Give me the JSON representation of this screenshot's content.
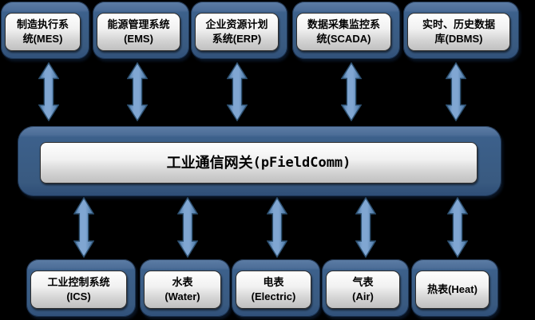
{
  "diagram": {
    "type": "architecture-diagram",
    "background": "#000000",
    "colors": {
      "node_fill": "#3c608b",
      "node_bevel": "#5d7da5",
      "node_shadow": "#0e1e36",
      "panel_top": "#fefefe",
      "panel_bottom": "#c0c0c0",
      "arrow_fill": "#6f97c6",
      "arrow_border": "#2d5070",
      "text": "#000000"
    },
    "top_row": [
      {
        "line1": "制造执行系",
        "line2": "统(MES)"
      },
      {
        "line1": "能源管理系统",
        "line2": "(EMS)"
      },
      {
        "line1": "企业资源计划",
        "line2": "系统(ERP)"
      },
      {
        "line1": "数据采集监控系",
        "line2": "统(SCADA)"
      },
      {
        "line1": "实时、历史数据",
        "line2": "库(DBMS)"
      }
    ],
    "gateway": {
      "title_cn": "工业通信网关",
      "title_en": "(pFieldComm)"
    },
    "bottom_row": [
      {
        "line1": "工业控制系统",
        "line2": "(ICS)"
      },
      {
        "line1": "水表",
        "line2": "(Water)"
      },
      {
        "line1": "电表",
        "line2": "(Electric)"
      },
      {
        "line1": "气表",
        "line2": "(Air)"
      },
      {
        "line1": "热表(Heat)",
        "line2": ""
      }
    ],
    "connections": "bidirectional arrows between every top/bottom node and the gateway"
  }
}
